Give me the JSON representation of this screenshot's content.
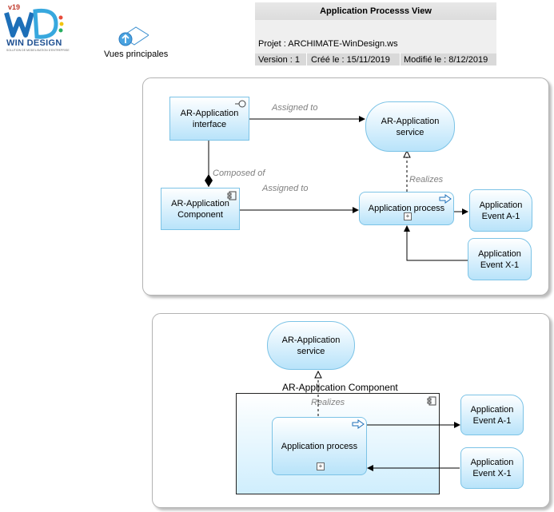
{
  "header": {
    "logo_version": "v19",
    "logo_brand": "WIN DESIGN",
    "logo_tagline": "SOLUTION DE MODELISATION D'ENTREPRISE",
    "vues_label": "Vues principales",
    "vues_icon": "view-up-arrow-icon",
    "title": "Application Processs View",
    "projet": "Projet : ARCHIMATE-WinDesign.ws",
    "version": "Version : 1",
    "cree": "Créé le : 15/11/2019",
    "modifie": "Modifié le : 8/12/2019"
  },
  "view1": {
    "nodes": {
      "interface": "AR-Application interface",
      "service": "AR-Application service",
      "component": "AR-Application Component",
      "process": "Application process",
      "event_a": "Application Event A-1",
      "event_x": "Application Event X-1"
    },
    "edges": {
      "assigned_to_1": "Assigned to",
      "composed_of": "Composed of",
      "assigned_to_2": "Assigned to",
      "realizes": "Realizes"
    }
  },
  "view2": {
    "nodes": {
      "service": "AR-Application service",
      "component_title": "AR-Application Component",
      "process": "Application process",
      "event_a": "Application Event A-1",
      "event_x": "Application Event X-1"
    },
    "edges": {
      "realizes": "Realizes"
    }
  },
  "colors": {
    "element_fill_bottom": "#b8e3fa",
    "element_border": "#7cc3e6",
    "container_fill": "#dff3fd"
  }
}
